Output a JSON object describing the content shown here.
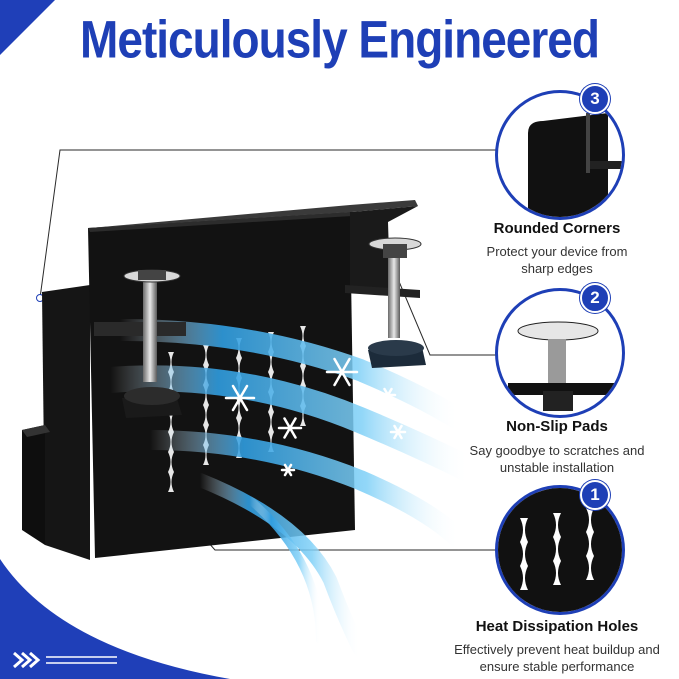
{
  "headline": "Meticulously Engineered",
  "features": [
    {
      "number": "3",
      "title": "Rounded Corners",
      "line1": "Protect your device from",
      "line2": "sharp edges",
      "icon": "rounded-corner-closeup"
    },
    {
      "number": "2",
      "title": "Non-Slip Pads",
      "line1": "Say goodbye to scratches and",
      "line2": "unstable installation",
      "icon": "non-slip-pad-closeup"
    },
    {
      "number": "1",
      "title": "Heat Dissipation Holes",
      "line1": "Effectively prevent heat buildup and",
      "line2": "ensure stable performance",
      "icon": "heat-holes-closeup"
    }
  ],
  "colors": {
    "accent": "#1e3fb6",
    "product": "#111111",
    "airflow": "#35a8e8"
  }
}
